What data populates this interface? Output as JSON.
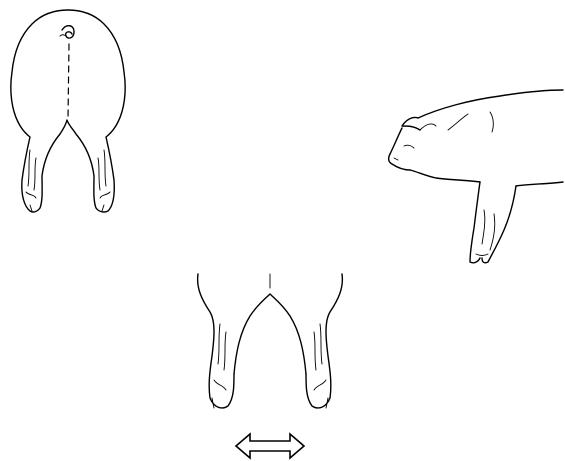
{
  "figures": [
    {
      "id": "rear-view-full",
      "description_key": "pig-rear-view"
    },
    {
      "id": "side-view",
      "description_key": "pig-side-view"
    },
    {
      "id": "rear-legs-closeup",
      "description_key": "pig-rear-legs"
    }
  ],
  "indicator": {
    "icon": "double-headed-arrow-icon",
    "direction": "horizontal"
  },
  "colors": {
    "ink": "#000000",
    "background": "#ffffff"
  }
}
